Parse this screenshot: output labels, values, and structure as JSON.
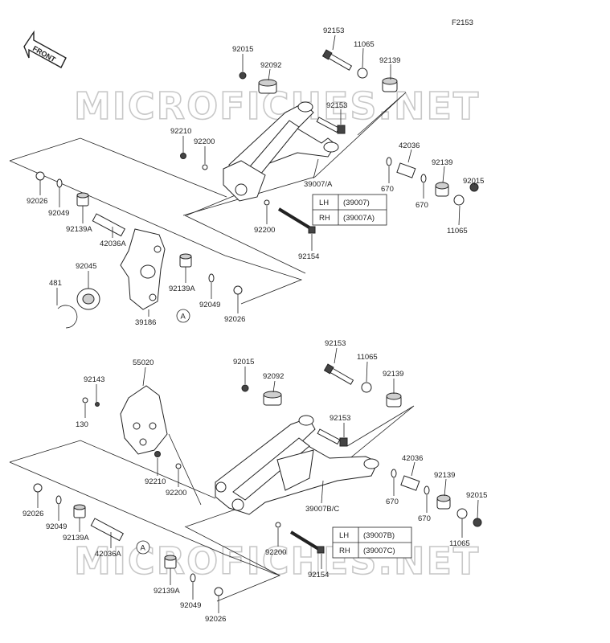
{
  "diagram_id": "F2153",
  "front_label": "FRONT",
  "watermark": "MICROFICHES.NET",
  "circle_ref": "A",
  "top_labels": {
    "p92153a": "92153",
    "p11065a": "11065",
    "p92015a": "92015",
    "p92092": "92092",
    "p92139a": "92139",
    "p92153b": "92153",
    "p92210": "92210",
    "p92200a": "92200",
    "p42036": "42036",
    "p92139b": "92139",
    "p92015b": "92015",
    "p39007": "39007/A",
    "p670a": "670",
    "p670b": "670",
    "p11065b": "11065",
    "p92026a": "92026",
    "p92049a": "92049",
    "p92139A_a": "92139A",
    "p42036A": "42036A",
    "p92200b": "92200",
    "p92154": "92154",
    "p92045": "92045",
    "p481": "481",
    "p92139A_b": "92139A",
    "p92049b": "92049",
    "p39186": "39186",
    "p92026b": "92026"
  },
  "top_table": [
    {
      "side": "LH",
      "part": "(39007)"
    },
    {
      "side": "RH",
      "part": "(39007A)"
    }
  ],
  "bottom_labels": {
    "p92153a": "92153",
    "p11065a": "11065",
    "p92015a": "92015",
    "p92092": "92092",
    "p92139a": "92139",
    "p55020": "55020",
    "p92143": "92143",
    "p130": "130",
    "p92153b": "92153",
    "p42036": "42036",
    "p92139b": "92139",
    "p92015b": "92015",
    "p92210": "92210",
    "p92200a": "92200",
    "p670a": "670",
    "p670b": "670",
    "p39007": "39007B/C",
    "p11065b": "11065",
    "p92026a": "92026",
    "p92049a": "92049",
    "p92139A_a": "92139A",
    "p42036A": "42036A",
    "p92200b": "92200",
    "p92154": "92154",
    "p92139A_b": "92139A",
    "p92049b": "92049",
    "p92026b": "92026"
  },
  "bottom_table": [
    {
      "side": "LH",
      "part": "(39007B)"
    },
    {
      "side": "RH",
      "part": "(39007C)"
    }
  ]
}
